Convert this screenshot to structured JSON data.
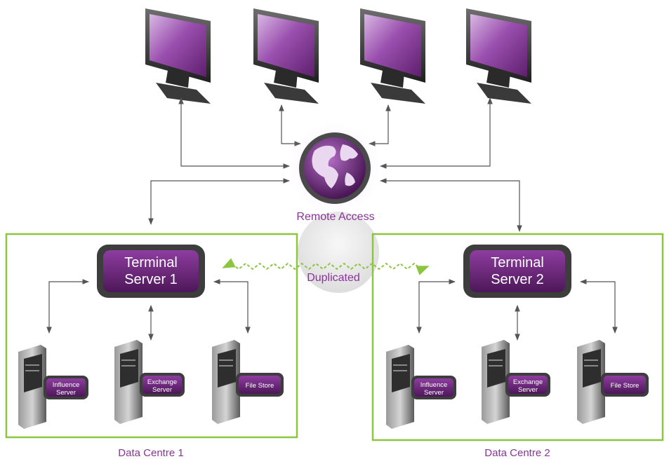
{
  "hub": {
    "label": "Remote Access"
  },
  "link_label": "Duplicated",
  "datacentres": [
    {
      "label": "Data Centre 1",
      "terminal": {
        "line1": "Terminal",
        "line2": "Server 1"
      },
      "servers": [
        {
          "line1": "Influence",
          "line2": "Server"
        },
        {
          "line1": "Exchange",
          "line2": "Server"
        },
        {
          "line1": "File Store",
          "line2": ""
        }
      ]
    },
    {
      "label": "Data Centre 2",
      "terminal": {
        "line1": "Terminal",
        "line2": "Server 2"
      },
      "servers": [
        {
          "line1": "Influence",
          "line2": "Server"
        },
        {
          "line1": "Exchange",
          "line2": "Server"
        },
        {
          "line1": "File Store",
          "line2": ""
        }
      ]
    }
  ],
  "colors": {
    "accent_purple": "#7b2d86",
    "label_purple": "#8a3399",
    "frame_green": "#8cc63f",
    "dashed_link_green": "#8cc63f",
    "arrow_grey": "#555555"
  },
  "icons": [
    "monitor-icon",
    "globe-icon",
    "server-tower-icon"
  ]
}
